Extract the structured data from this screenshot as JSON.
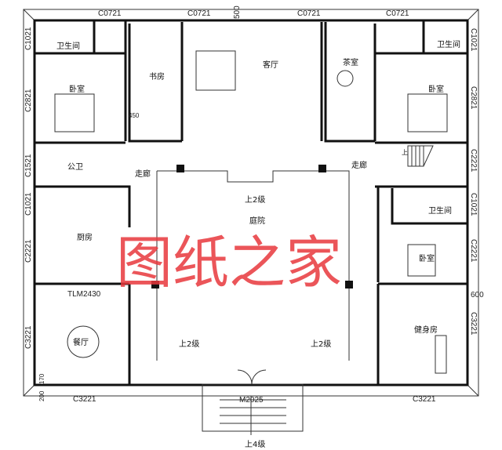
{
  "rooms": {
    "bath_tl": "卫生间",
    "bedroom_l": "卧室",
    "study": "书房",
    "living": "客厅",
    "tea": "茶室",
    "bath_tr": "卫生间",
    "bedroom_r": "卧室",
    "public_wc": "公卫",
    "corridor_l": "走廊",
    "corridor_r": "走廊",
    "kitchen": "厨房",
    "courtyard": "庭院",
    "bath_r2": "卫生间",
    "bedroom_r2": "卧室",
    "dining": "餐厅",
    "gym": "健身房"
  },
  "stairs": {
    "up2_top": "上2级",
    "up2_left": "上2级",
    "up2_right": "上2级",
    "up4": "上4级",
    "up": "上"
  },
  "windows_top": [
    "C0721",
    "C0721",
    "C0721",
    "C0721"
  ],
  "windows_left": [
    "C1021",
    "C2821",
    "C1521",
    "C1021",
    "C2221",
    "C3221"
  ],
  "windows_right": [
    "C1021",
    "C2821",
    "C2221",
    "C1021",
    "C2221",
    "C3221"
  ],
  "windows_bottom": [
    "C3221",
    "C3221"
  ],
  "doors": {
    "main": "M2025",
    "sliding": "TLM2430"
  },
  "dims": {
    "top": "500",
    "right": "600",
    "bottom_left": "200",
    "left_small": "170",
    "study_door": "450"
  },
  "watermark": "图纸之家",
  "colors": {
    "watermark": "#e8383d",
    "wall": "#111111"
  }
}
